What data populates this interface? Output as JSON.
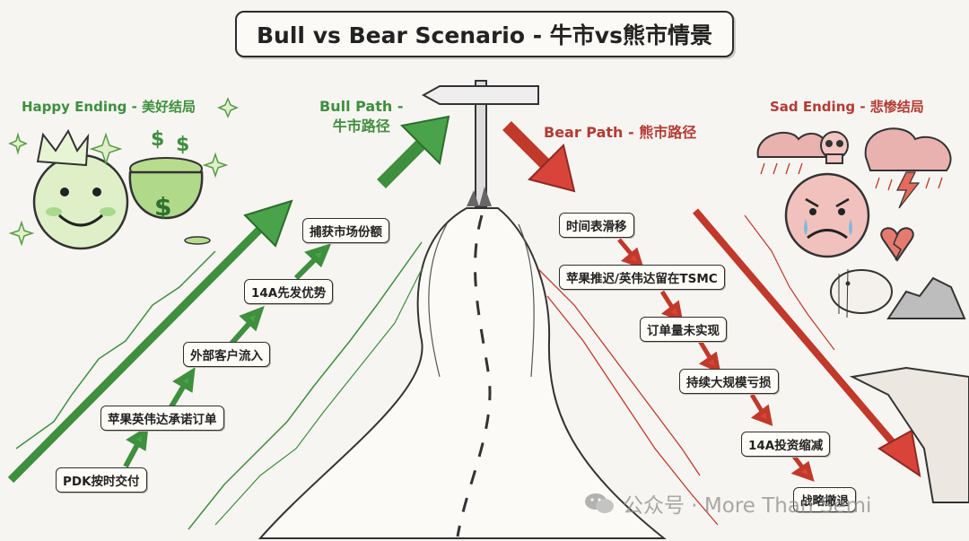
{
  "title": "Bull vs Bear Scenario - 牛市vs熊市情景",
  "happy_ending": "Happy Ending - 美好结局",
  "sad_ending": "Sad Ending - 悲惨结局",
  "bull_path": {
    "line1": "Bull Path -",
    "line2": "牛市路径"
  },
  "bear_path": "Bear Path - 熊市路径",
  "bull_steps": [
    "PDK按时交付",
    "苹果英伟达承诺订单",
    "外部客户流入",
    "14A先发优势",
    "捕获市场份额"
  ],
  "bear_steps": [
    "时间表滑移",
    "苹果推迟/英伟达留在TSMC",
    "订单量未实现",
    "持续大规模亏损",
    "14A投资缩减",
    "战略撤退"
  ],
  "watermark": "公众号 · More Than Semi",
  "colors": {
    "bull": "#3e8f3e",
    "bear": "#c0392b",
    "background": "#f7f5f1"
  }
}
